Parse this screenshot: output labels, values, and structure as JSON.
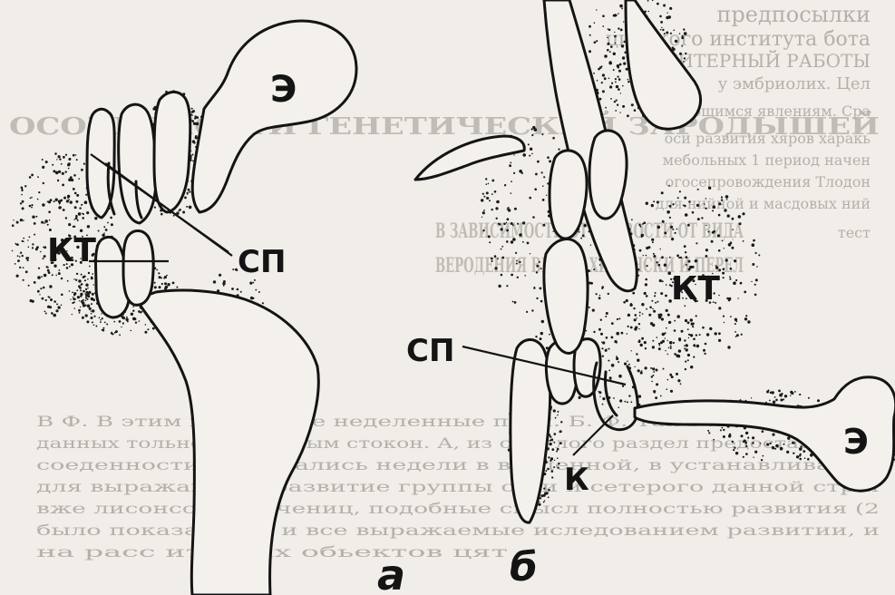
{
  "figure": {
    "left_panel": {
      "panel_label": "а",
      "labels": {
        "embryo": "Э",
        "suspensor": "СП",
        "core_tissue": "КТ"
      }
    },
    "right_panel": {
      "panel_label": "б",
      "labels": {
        "embryo": "Э",
        "suspensor": "СП",
        "core_tissue": "КТ",
        "k": "К"
      }
    }
  },
  "bleed_through": {
    "heading_line1": "ОСОБЕННОСТИ ГЕНЕТИЧЕСКИЙ ЗАРОДЫШЕЙ",
    "heading_line2": "В ЗАВИСИМОСТИ ОТ ПРОВОСТИ ОТ ВИДА",
    "heading_line3": "ВЕРОДЕНИЯ ВЕСЕЛАХИДИНСКИ И ПЕРЕЛ",
    "top_line1": "предпосылки",
    "top_line2": "цинского института бота",
    "top_line3": "ГИТЕРНЫЙ РАБОТЫ",
    "top_line4": "у эмбриолих. Цел",
    "right_line1": "жающимся явлениям. Сра",
    "right_line2": "оси развития хяров харакь",
    "right_line3": "мебольных 1 период начен",
    "right_line4": "огосепровождения Тлодон",
    "right_line5": "для нийной и масдовых ний",
    "right_line6": "тест",
    "body_line1": "В Ф. В этим выпадение неделенные поля. Б. Ф. Так в лиц орлеорер",
    "body_line2": "данных тольно соломиным стокон. А, из се оглого раздел предоставлении",
    "body_line3": "соеденности развивались недели в вселенной, в устанавливании",
    "body_line4": "для выражающих развитие группы сеги и сетерого данной стр и",
    "body_line5": "вже лисонссыни, учениц, подобные смысл полностью развития (2",
    "body_line6": "было показано им и все выражаемые иследованием развитии, и",
    "body_line7": "на расс итлётах обьектов цят"
  }
}
